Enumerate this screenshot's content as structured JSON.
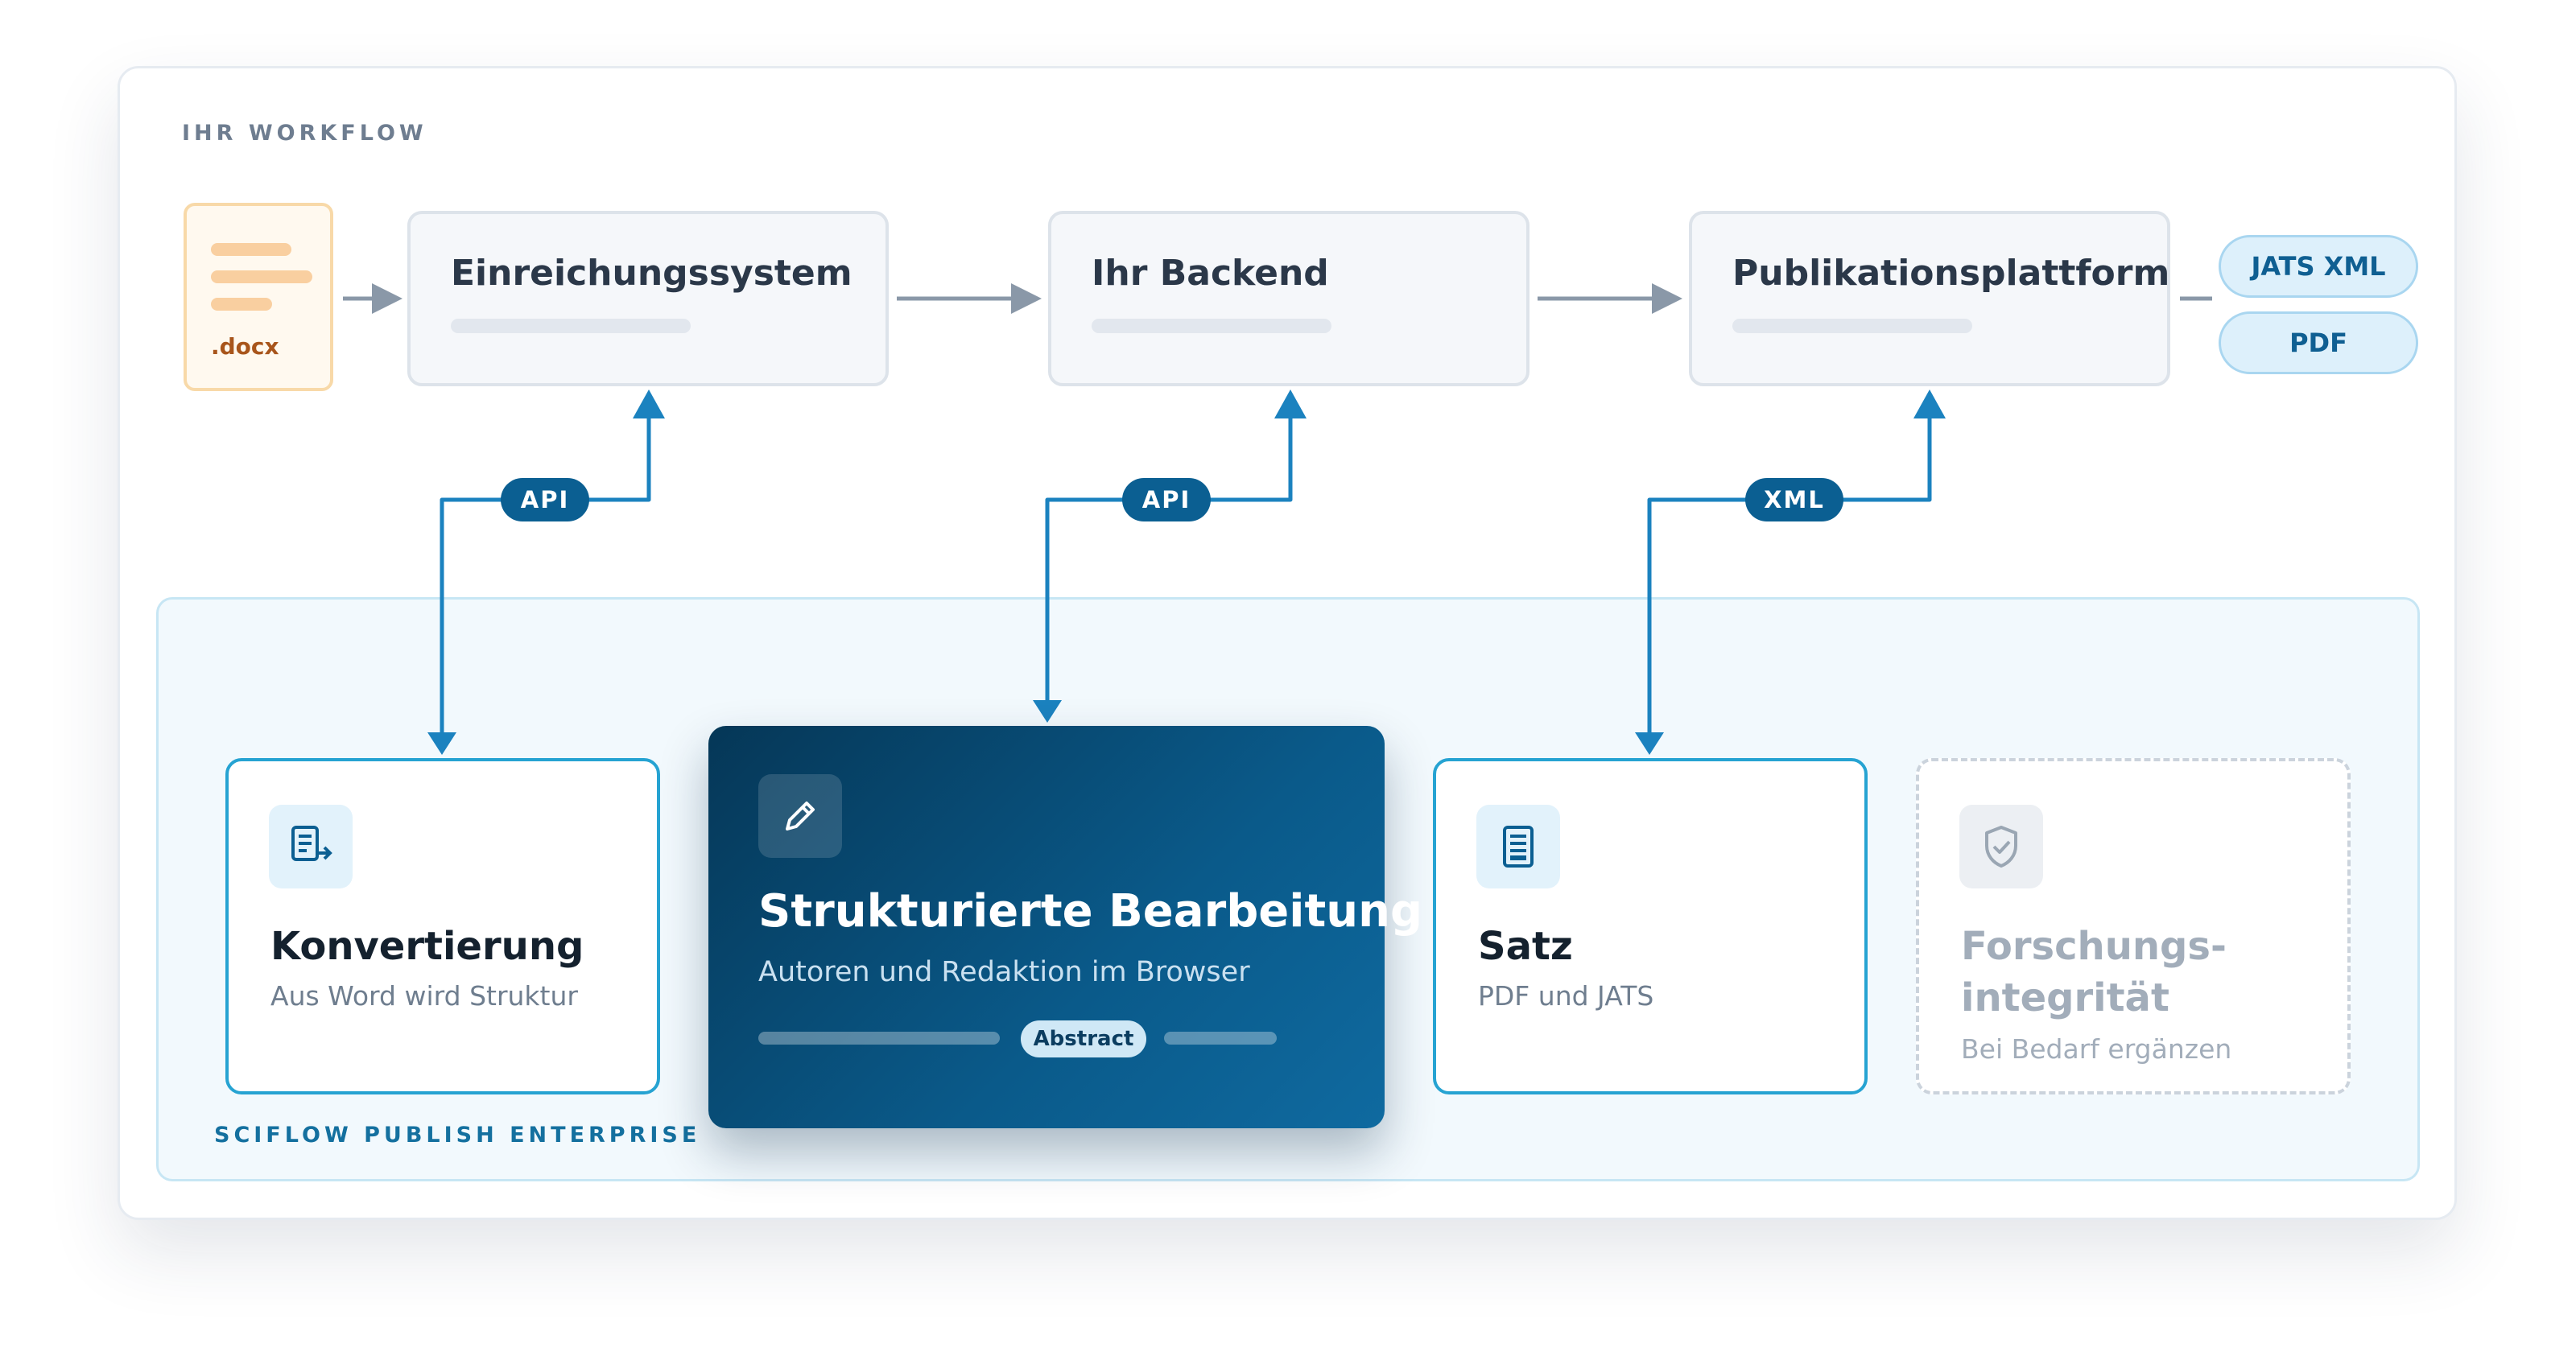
{
  "header": {
    "section_label": "IHR WORKFLOW"
  },
  "source_file": {
    "label": ".docx"
  },
  "systems": [
    {
      "title": "Einreichungssystem"
    },
    {
      "title": "Ihr Backend"
    },
    {
      "title": "Publikationsplattform"
    }
  ],
  "output_formats": [
    "JATS XML",
    "PDF"
  ],
  "connectors": [
    "API",
    "API",
    "XML"
  ],
  "enterprise": {
    "label": "SCIFLOW PUBLISH ENTERPRISE",
    "modules": [
      {
        "title": "Konvertierung",
        "subtitle": "Aus Word wird Struktur",
        "icon": "document-arrow-icon"
      },
      {
        "title": "Strukturierte Bearbeitung",
        "subtitle": "Autoren und Redaktion im Browser",
        "tag": "Abstract",
        "icon": "pencil-icon"
      },
      {
        "title": "Satz",
        "subtitle": "PDF und JATS",
        "icon": "document-icon"
      },
      {
        "title": "Forschungs-integrität",
        "title_lines": [
          "Forschungs-",
          "integrität"
        ],
        "subtitle": "Bei Bedarf ergänzen",
        "icon": "shield-check-icon",
        "state": "optional"
      }
    ]
  },
  "colors": {
    "accent": "#0b5f92",
    "connector_line": "#1b82bf",
    "flow_arrow": "#8a98a8",
    "docx_orange": "#f8d9a8"
  }
}
